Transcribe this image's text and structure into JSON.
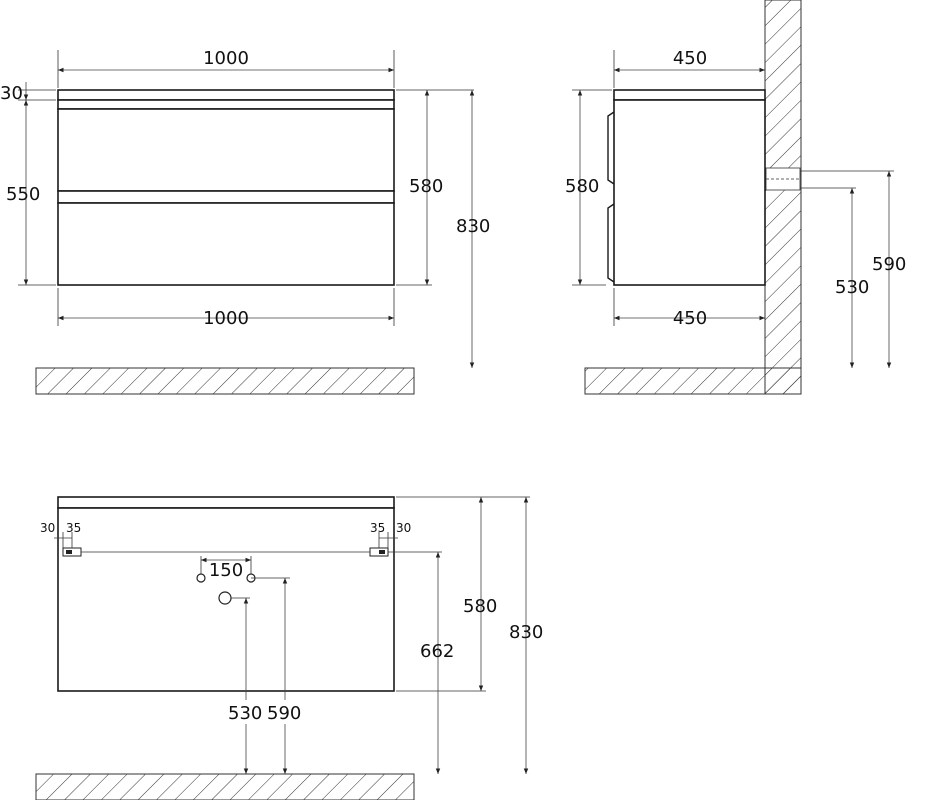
{
  "front_view": {
    "width_top": "1000",
    "width_bottom": "1000",
    "top_thickness": "30",
    "body_height": "550",
    "cabinet_height": "580",
    "total_height": "830"
  },
  "side_view": {
    "depth_top": "450",
    "depth_bottom": "450",
    "cabinet_height": "580",
    "mount_height_1": "590",
    "mount_height_2": "530"
  },
  "back_view": {
    "edge_left": "30",
    "bracket_left": "35",
    "bracket_right": "35",
    "edge_right": "30",
    "hole_spacing": "150",
    "cabinet_height": "580",
    "total_height": "830",
    "bracket_height": "662",
    "pipe_height_1": "530",
    "pipe_height_2": "590"
  },
  "colors": {
    "line": "#1a1a1a",
    "hatch": "#333333",
    "background": "#ffffff"
  }
}
